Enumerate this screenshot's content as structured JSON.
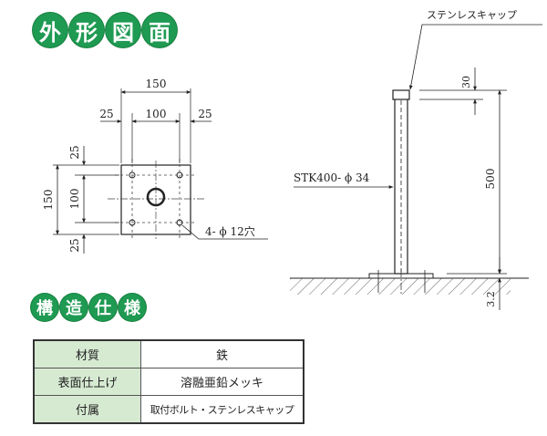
{
  "sections": {
    "outline": [
      "外",
      "形",
      "図",
      "面"
    ],
    "spec": [
      "構",
      "造",
      "仕",
      "様"
    ]
  },
  "plan_view": {
    "dim_total_top": "150",
    "dim_top_left": "25",
    "dim_top_mid": "100",
    "dim_top_right": "25",
    "dim_total_left": "150",
    "dim_left_top": "25",
    "dim_left_mid": "100",
    "dim_left_bottom": "25",
    "hole_label": "4- ϕ 12穴"
  },
  "elevation": {
    "cap_label": "ステンレスキャップ",
    "pipe_label": "STK400- ϕ 34",
    "dim_cap": "30",
    "dim_height": "500",
    "dim_plate": "3.2"
  },
  "spec_table": [
    {
      "name": "材質",
      "value": "鉄"
    },
    {
      "name": "表面仕上げ",
      "value": "溶融亜鉛メッキ"
    },
    {
      "name": "付属",
      "value": "取付ボルト・ステンレスキャップ"
    }
  ],
  "colors": {
    "badge_green": "#1f9a52",
    "table_head_bg": "#d6ead2"
  }
}
